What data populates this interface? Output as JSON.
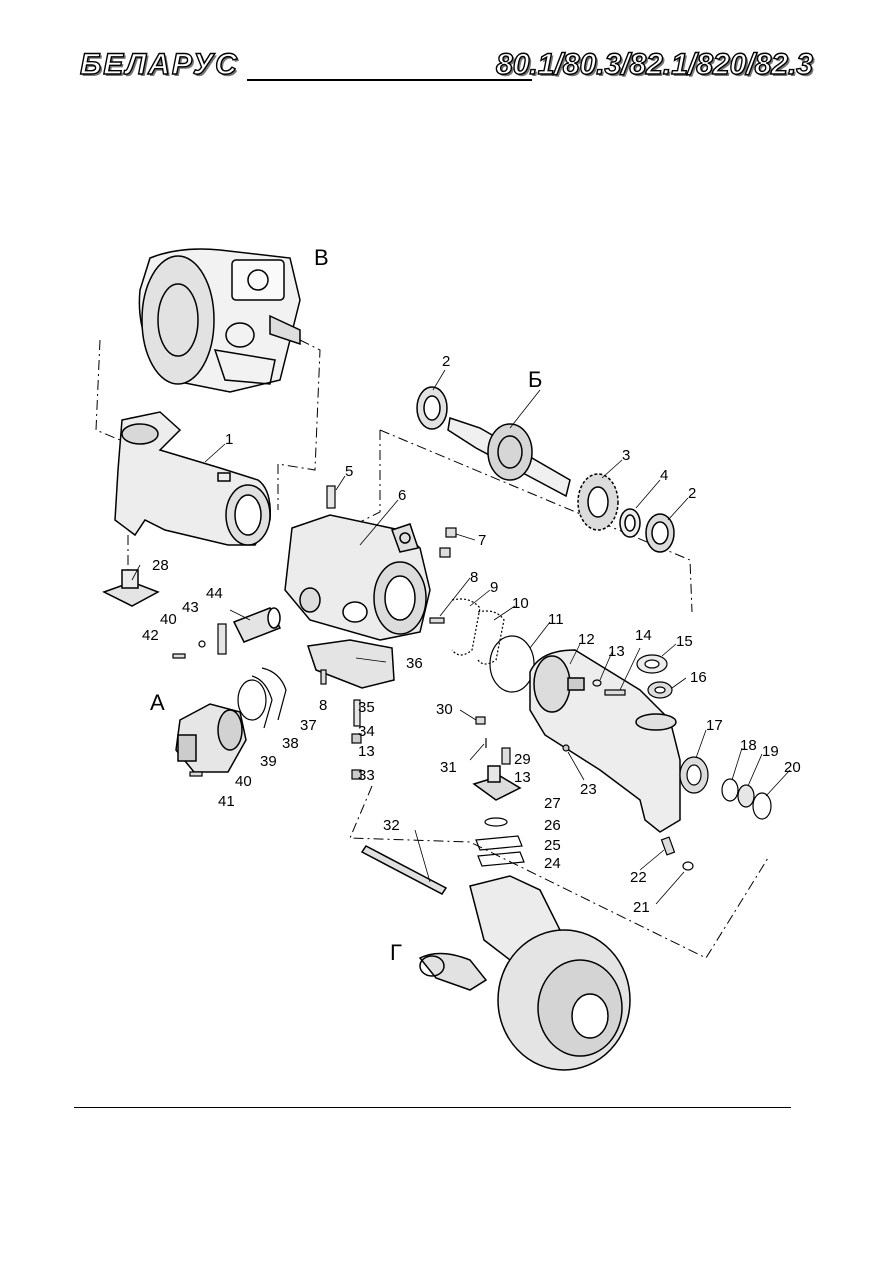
{
  "header": {
    "brand": "БЕЛАРУС",
    "models": "80.1/80.3/82.1/820/82.3"
  },
  "diagram": {
    "assembly_labels": [
      "В",
      "Б",
      "А",
      "Г"
    ],
    "part_numbers": [
      "1",
      "2",
      "2",
      "3",
      "4",
      "5",
      "6",
      "7",
      "8",
      "8",
      "9",
      "10",
      "11",
      "12",
      "13",
      "13",
      "13",
      "14",
      "15",
      "16",
      "17",
      "18",
      "19",
      "20",
      "21",
      "22",
      "23",
      "24",
      "25",
      "26",
      "27",
      "28",
      "29",
      "30",
      "31",
      "32",
      "33",
      "34",
      "35",
      "36",
      "37",
      "38",
      "39",
      "40",
      "40",
      "41",
      "42",
      "43",
      "44"
    ]
  }
}
